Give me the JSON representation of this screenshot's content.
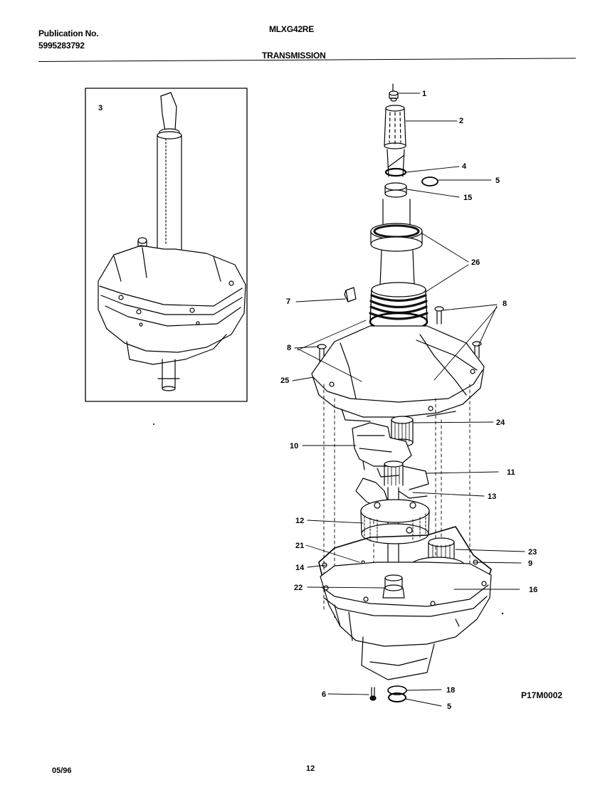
{
  "header": {
    "publication_label": "Publication No.",
    "publication_number": "5995283792",
    "model": "MLXG42RE",
    "section_title": "TRANSMISSION"
  },
  "inset": {
    "label": "3"
  },
  "callouts": [
    {
      "id": "c1",
      "label": "1"
    },
    {
      "id": "c2",
      "label": "2"
    },
    {
      "id": "c4",
      "label": "4"
    },
    {
      "id": "c5a",
      "label": "5"
    },
    {
      "id": "c15",
      "label": "15"
    },
    {
      "id": "c26",
      "label": "26"
    },
    {
      "id": "c7",
      "label": "7"
    },
    {
      "id": "c8a",
      "label": "8"
    },
    {
      "id": "c8b",
      "label": "8"
    },
    {
      "id": "c25",
      "label": "25"
    },
    {
      "id": "c24",
      "label": "24"
    },
    {
      "id": "c10",
      "label": "10"
    },
    {
      "id": "c11",
      "label": "11"
    },
    {
      "id": "c13",
      "label": "13"
    },
    {
      "id": "c12",
      "label": "12"
    },
    {
      "id": "c21",
      "label": "21"
    },
    {
      "id": "c23",
      "label": "23"
    },
    {
      "id": "c9",
      "label": "9"
    },
    {
      "id": "c14",
      "label": "14"
    },
    {
      "id": "c22",
      "label": "22"
    },
    {
      "id": "c16",
      "label": "16"
    },
    {
      "id": "c6",
      "label": "6"
    },
    {
      "id": "c18",
      "label": "18"
    },
    {
      "id": "c5b",
      "label": "5"
    }
  ],
  "figure_code": "P17M0002",
  "footer": {
    "date": "05/96",
    "page": "12"
  }
}
